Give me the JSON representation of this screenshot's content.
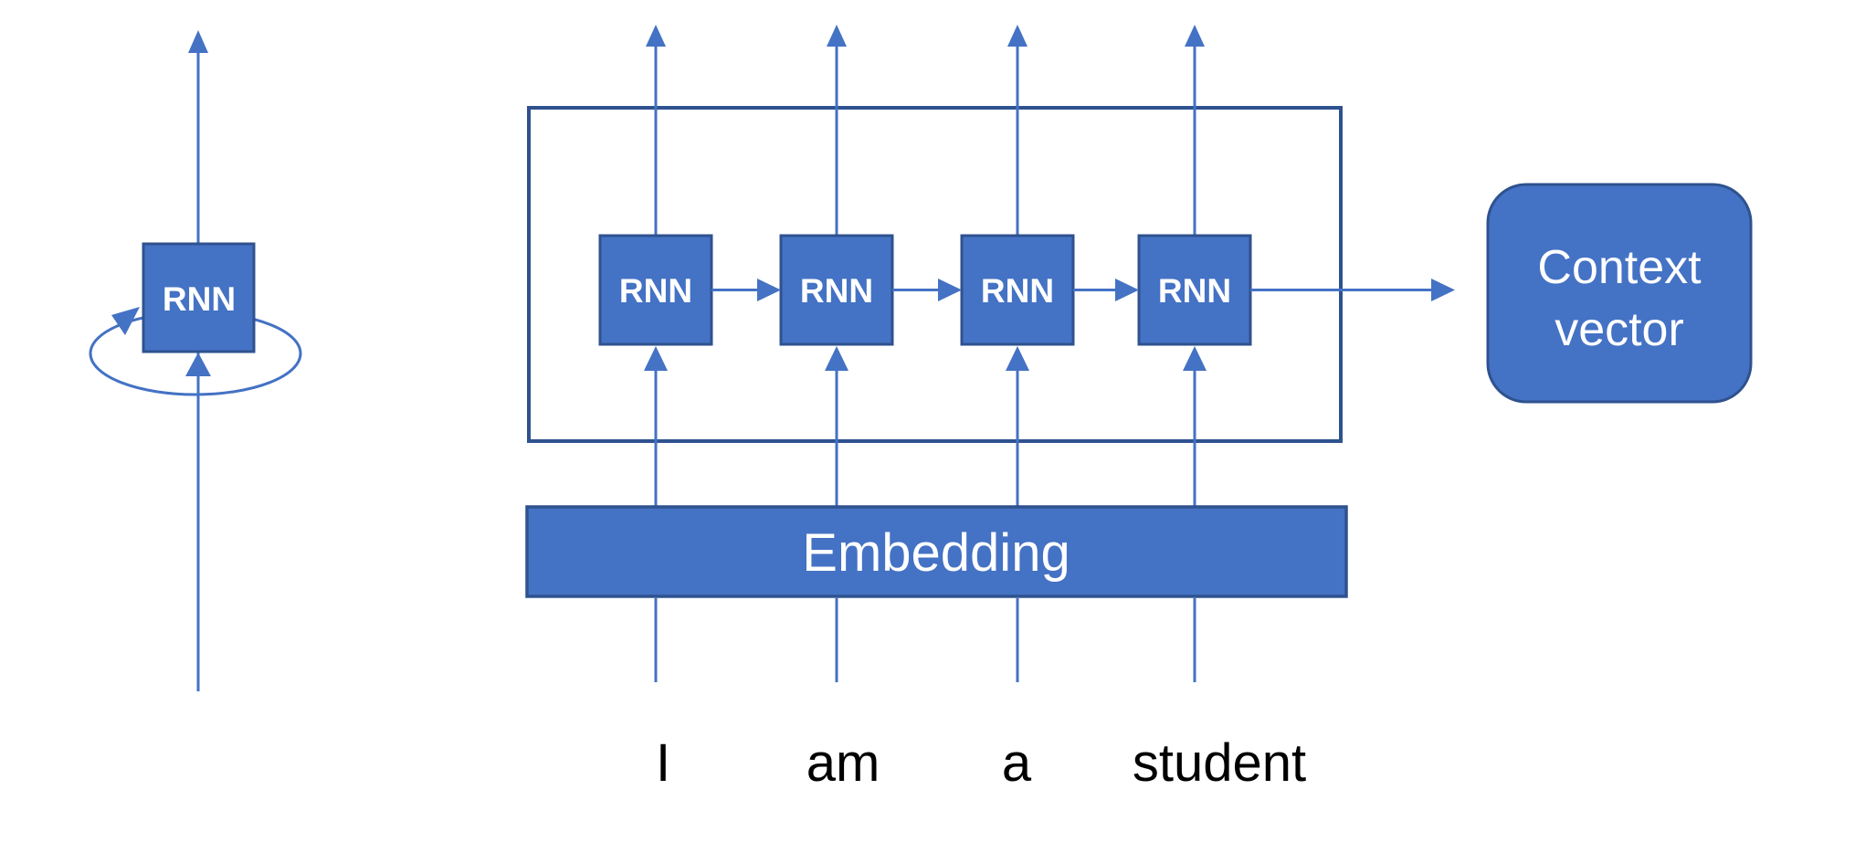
{
  "colors": {
    "background": "#FFFFFF",
    "node_fill": "#4472C4",
    "node_border": "#2F528F",
    "connector": "#4472C4",
    "frame_border": "#2F528F",
    "label_on_blue": "#FFFFFF",
    "word_color": "#000000"
  },
  "diagram": {
    "type": "rnn-encoder-with-context-vector",
    "left_unit": {
      "label": "RNN",
      "has_self_loop": true
    },
    "encoder": {
      "units": [
        {
          "label": "RNN"
        },
        {
          "label": "RNN"
        },
        {
          "label": "RNN"
        },
        {
          "label": "RNN"
        }
      ],
      "embedding_label": "Embedding"
    },
    "context_vector": {
      "line1": "Context",
      "line2": "vector"
    },
    "input_words": [
      "I",
      "am",
      "a",
      "student"
    ]
  }
}
